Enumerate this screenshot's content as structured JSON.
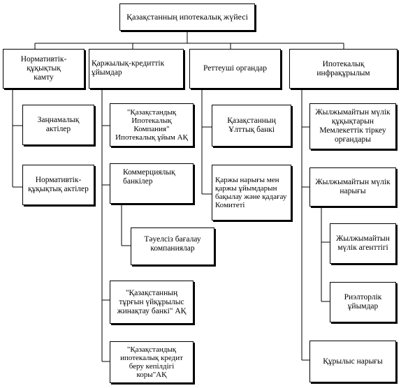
{
  "root": {
    "label": "Қазақстанның ипотекалық жүйесі"
  },
  "columns": [
    {
      "title": "Нормативтік-\nқұқықтық\nкамту",
      "items": [
        "Заңнамалық\nактілер",
        "Нормативтік-\nқұқықтық актілер"
      ]
    },
    {
      "title": "Қаржылық-кредиттік\nұйымдар",
      "items": [
        "\"Қазақстандық\nИпотекалық\nКомпания\"\nИпотекалық ұйым АҚ",
        "Коммерциялық\nбанкілер",
        "Тәуелсіз бағалау\nкомпаниялар",
        "\"Қазақстанның\nтұрғын үйқұрылыс\nжинақтау банкі\" АҚ",
        "\"Қазақстандық\nипотекалық кредит\nберу кепілдігі\nкоры\"АҚ"
      ]
    },
    {
      "title": "Реттеуші органдар",
      "items": [
        "Қазақстанның\nҰлттық банкі",
        "Қаржы нарығы мен\nқаржы ұйымдарын\nбақылау және қадағау\nКомитеті"
      ]
    },
    {
      "title": "Ипотекалық\nинфрақұрылым",
      "items": [
        "Жылжымайтын мүлік\nқұқықтарын\nМемлекеттік тіркеу\nорғандары",
        "Жылжымайтын мүлік\nнарығы",
        "Жылжымайтын\nмүлік агенттігі",
        "Риэлторлік\nұйымдар",
        "Құрылыс нарығы"
      ]
    }
  ]
}
